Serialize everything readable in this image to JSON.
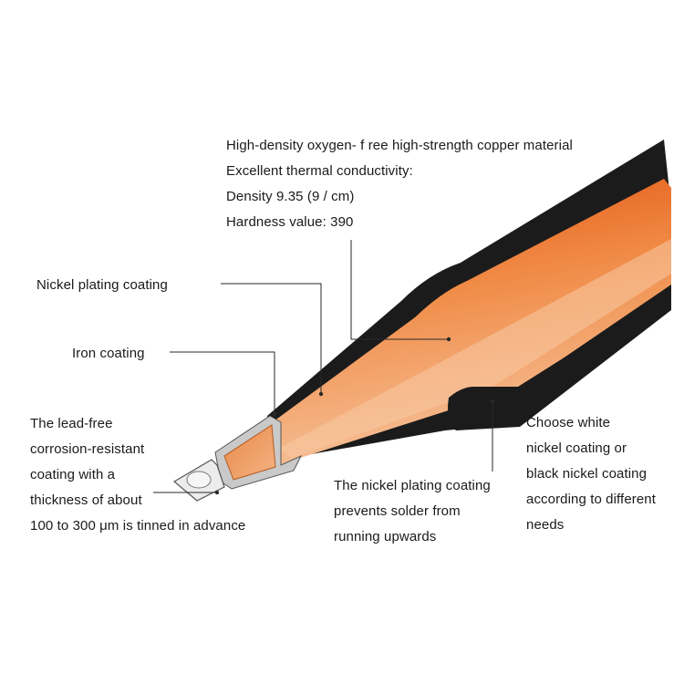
{
  "labels": {
    "copper": [
      "High-density oxygen- f ree high-strength copper material",
      "Excellent thermal conductivity:",
      "Density 9.35 (9 / cm)",
      "Hardness value: 390"
    ],
    "nickel_plating": "Nickel plating coating",
    "iron_coating": "Iron coating",
    "lead_free": [
      "The lead-free",
      "corrosion-resistant",
      "coating with a",
      "thickness of about",
      "100 to 300 μm is tinned in advance"
    ],
    "solder": [
      "The nickel plating coating",
      "prevents solder from",
      "running upwards"
    ],
    "choose": [
      "Choose white",
      "nickel coating or",
      "black nickel coating",
      "according to different",
      "needs"
    ]
  },
  "colors": {
    "outer_coating": "#1b1b1b",
    "copper_dark": "#e25a14",
    "copper_light": "#f2a36a",
    "iron_layer": "#c9c9c9",
    "tin_tip": "#e8e8e8",
    "leader_line": "#2a2a2a"
  }
}
